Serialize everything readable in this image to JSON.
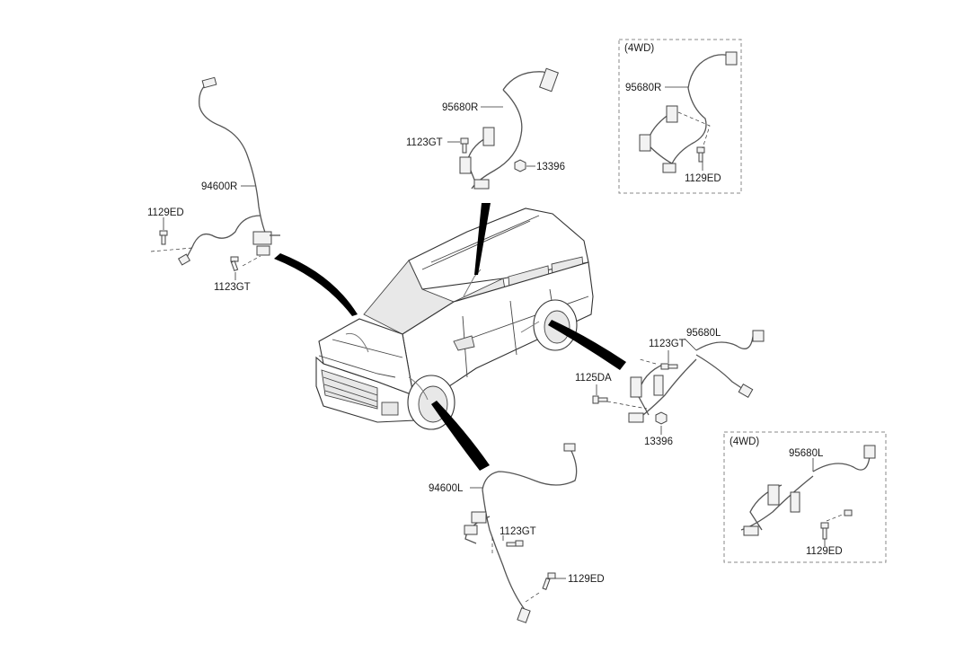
{
  "labels": {
    "l94600R": "94600R",
    "l1129ED_fl": "1129ED",
    "l1123GT_fl": "1123GT",
    "l95680R": "95680R",
    "l1123GT_rr": "1123GT",
    "l13396_rr": "13396",
    "box_rr_4wd": "(4WD)",
    "l95680R_4wd": "95680R",
    "l1129ED_rr_4wd": "1129ED",
    "l1123GT_rl": "1123GT",
    "l95680L": "95680L",
    "l1125DA": "1125DA",
    "l13396_rl": "13396",
    "box_rl_4wd": "(4WD)",
    "l95680L_4wd": "95680L",
    "l1129ED_rl_4wd": "1129ED",
    "l94600L": "94600L",
    "l1123GT_fr": "1123GT",
    "l1129ED_fr": "1129ED"
  }
}
